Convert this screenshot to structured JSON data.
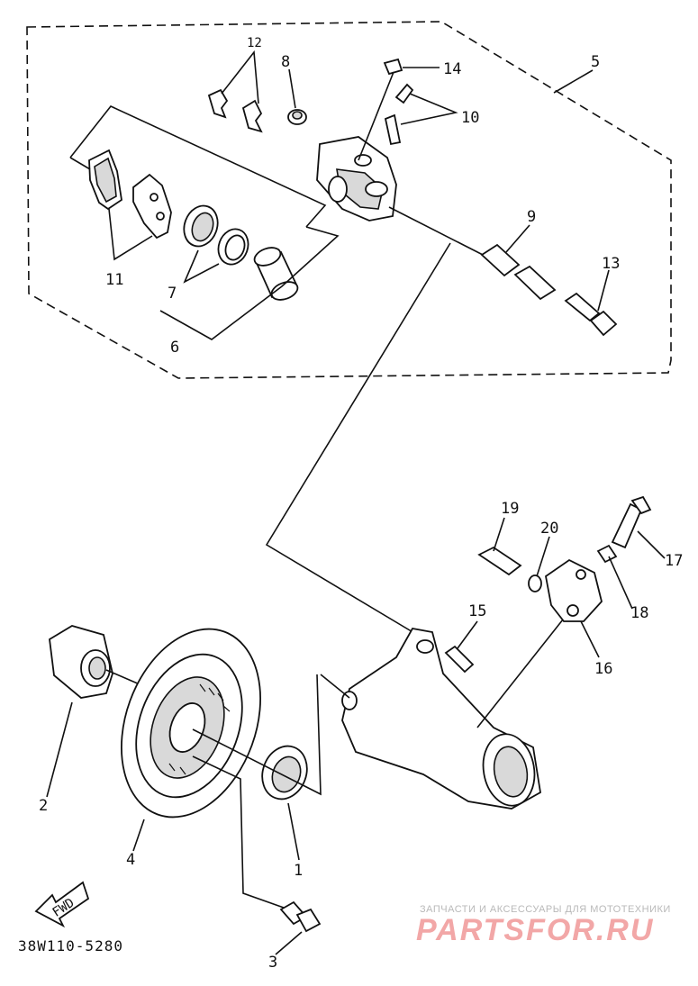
{
  "diagram": {
    "code": "38W110-5280",
    "fwd_label": "FWD",
    "callouts": {
      "p1": "1",
      "p2": "2",
      "p3": "3",
      "p4": "4",
      "p5": "5",
      "p6": "6",
      "p7": "7",
      "p8": "8",
      "p9": "9",
      "p10": "10",
      "p11": "11",
      "p12": "12",
      "p13": "13",
      "p14": "14",
      "p15": "15",
      "p16": "16",
      "p17": "17",
      "p18": "18",
      "p19": "19",
      "p20": "20"
    }
  },
  "watermark": {
    "caption": "ЗАПЧАСТИ И АКСЕССУАРЫ ДЛЯ МОТОТЕХНИКИ",
    "logo": "PARTSFOR.RU"
  }
}
